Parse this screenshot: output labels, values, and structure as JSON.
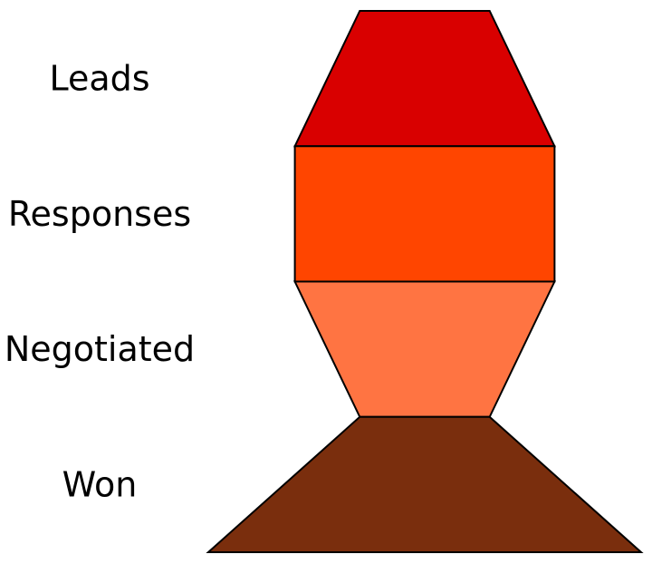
{
  "chart_data": {
    "type": "funnel",
    "title": "",
    "categories": [
      "Leads",
      "Responses",
      "Negotiated",
      "Won"
    ],
    "values": [
      0.3,
      0.6,
      0.3,
      1.0
    ],
    "colors": [
      "#d90000",
      "#ff4500",
      "#ff7442",
      "#7a2e0d"
    ],
    "note": "Each stage is a trapezoid connecting the previous stage width to its own width; values are relative widths (max = 1.0)."
  }
}
